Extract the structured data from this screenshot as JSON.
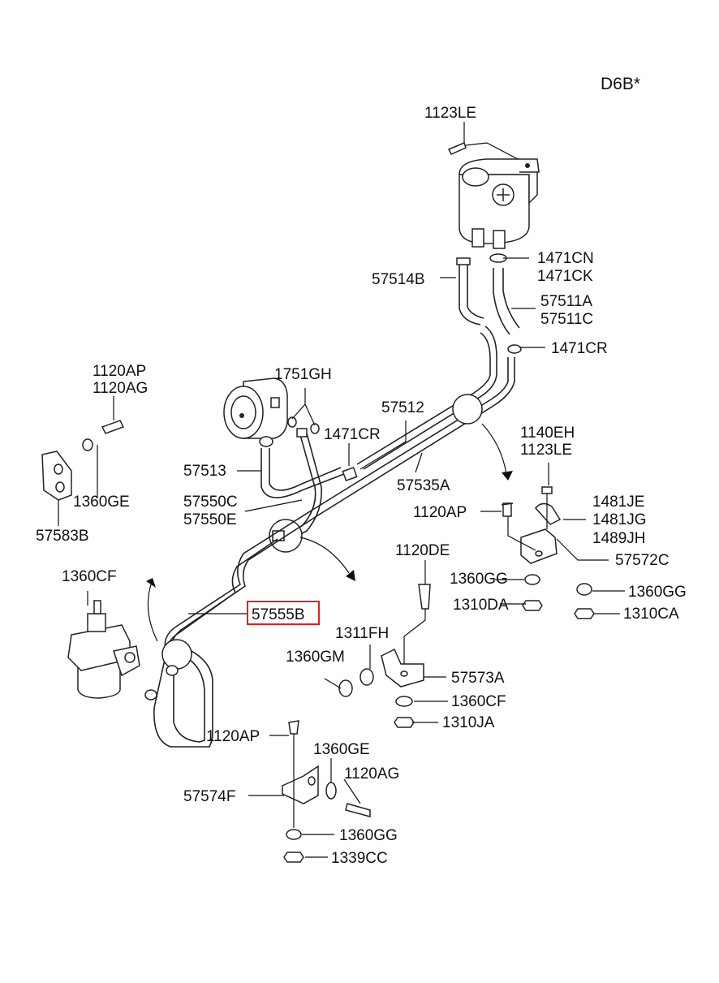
{
  "model_code": "D6B*",
  "highlight_color": "#e0201f",
  "labels": {
    "l_1123LE_top": "1123LE",
    "l_1471CN": "1471CN",
    "l_1471CK": "1471CK",
    "l_57514B": "57514B",
    "l_57511A": "57511A",
    "l_57511C": "57511C",
    "l_1471CR_a": "1471CR",
    "l_1751GH": "1751GH",
    "l_57512": "57512",
    "l_1471CR_b": "1471CR",
    "l_1120AP_a": "1120AP",
    "l_1120AG_a": "1120AG",
    "l_57513": "57513",
    "l_57535A": "57535A",
    "l_1140EH": "1140EH",
    "l_1123LE_mid": "1123LE",
    "l_1360GE_a": "1360GE",
    "l_57550C": "57550C",
    "l_57550E": "57550E",
    "l_1481JE": "1481JE",
    "l_1120AP_b": "1120AP",
    "l_1481JG": "1481JG",
    "l_57583B": "57583B",
    "l_1489JH": "1489JH",
    "l_1120DE": "1120DE",
    "l_57572C": "57572C",
    "l_1360CF_a": "1360CF",
    "l_1360GG_a": "1360GG",
    "l_1360GG_b": "1360GG",
    "l_1310DA": "1310DA",
    "l_57555B": "57555B",
    "l_1310CA": "1310CA",
    "l_1311FH": "1311FH",
    "l_1360GM": "1360GM",
    "l_57573A": "57573A",
    "l_1360CF_b": "1360CF",
    "l_1310JA": "1310JA",
    "l_1120AP_c": "1120AP",
    "l_1360GE_b": "1360GE",
    "l_1120AG_b": "1120AG",
    "l_57574F": "57574F",
    "l_1360GG_c": "1360GG",
    "l_1339CC": "1339CC"
  }
}
